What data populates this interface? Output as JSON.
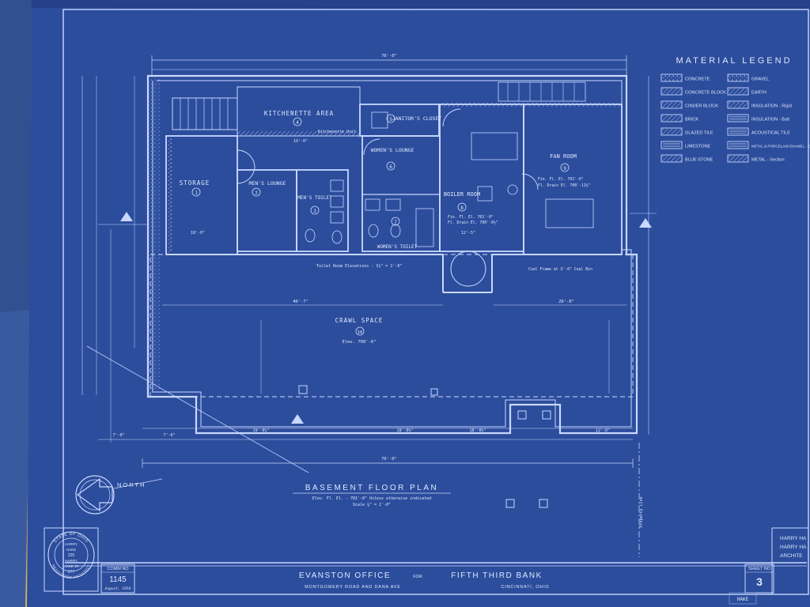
{
  "colors": {
    "paper": "#2c4d9c",
    "paper_edge": "#1c3272",
    "ink": "#c9d7ff",
    "backing": "#d9b160"
  },
  "legend": {
    "title": "MATERIAL LEGEND",
    "items": [
      {
        "label": "CONCRETE",
        "pattern": "dots"
      },
      {
        "label": "GRAVEL",
        "pattern": "dots"
      },
      {
        "label": "CONCRETE BLOCK",
        "pattern": "hatch"
      },
      {
        "label": "EARTH",
        "pattern": "hatch"
      },
      {
        "label": "CINDER BLOCK",
        "pattern": "hatch"
      },
      {
        "label": "INSULATION - Rigid",
        "pattern": "cross"
      },
      {
        "label": "BRICK",
        "pattern": "hatch"
      },
      {
        "label": "INSULATION - Batt",
        "pattern": "wave"
      },
      {
        "label": "GLAZED TILE",
        "pattern": "hatch"
      },
      {
        "label": "ACOUSTICAL TILE",
        "pattern": "lines"
      },
      {
        "label": "LIMESTONE",
        "pattern": "lines"
      },
      {
        "label": "METAL & PORCELAIN ENAMEL - Elevation",
        "pattern": "lines"
      },
      {
        "label": "BLUE STONE",
        "pattern": "hatch"
      },
      {
        "label": "METAL - Section",
        "pattern": "hatch"
      }
    ]
  },
  "rooms": {
    "kitchenette": {
      "name": "KITCHENETTE AREA",
      "number": "4",
      "note": "Kitchenette Unit"
    },
    "janitor": {
      "name": "JANITOR'S CLOSET",
      "number": "5"
    },
    "storage": {
      "name": "STORAGE",
      "number": "1"
    },
    "mens_lounge": {
      "name": "MEN'S LOUNGE",
      "number": "2"
    },
    "mens_toilet": {
      "name": "MEN'S TOILET",
      "number": "3"
    },
    "womens_lounge": {
      "name": "WOMEN'S LOUNGE",
      "number": "6"
    },
    "womens_toilet": {
      "name": "WOMEN'S TOILET",
      "number": "7"
    },
    "boiler": {
      "name": "BOILER ROOM",
      "number": "8",
      "note1": "Fin. Fl. El. 701'-0\"",
      "note2": "Fl. Drain El. 700'-9½\""
    },
    "fan": {
      "name": "FAN ROOM",
      "number": "9",
      "note1": "Fin. Fl. El. 701'-6\"",
      "note2": "Fl. Drain El. 700'-11½\""
    },
    "crawl": {
      "name": "CRAWL SPACE",
      "number": "10",
      "note": "Elev. 700'-6\""
    }
  },
  "notes": {
    "toilet_elev": "Toilet Room Elevations - 1½\" = 1'-0\"",
    "coal_frame": "Coal Frame at 3'-0\" Coal Bin"
  },
  "dimensions": {
    "overall_top": "76'-0\"",
    "overall_bottom": "76'-0\"",
    "crawl_left": "40'-7\"",
    "crawl_right": "20'-0\"",
    "storage_width": "10'-0\"",
    "kitchenette_width": "19'-0\"",
    "boiler_width": "12'-5\"",
    "bottom_row": [
      "7'-0\"",
      "7'-6\"",
      "19'-0¼\"",
      "18'-0½\"",
      "12'-0\""
    ]
  },
  "north_label": "NORTH",
  "drawing_title": "BASEMENT FLOOR PLAN",
  "drawing_sub1": "Elev. Fl. El. - 701'-0\" Unless otherwise indicated",
  "drawing_sub2": "Scale ¼\" = 1'-0\"",
  "property_line": "Property Line",
  "seal": {
    "ring_top": "STATE OF OHIO",
    "ring_bottom": "REGISTERED ARCHITECT",
    "lines": [
      "HARRY",
      "HAKE",
      "225",
      "HARRY",
      "HAKE JR",
      "277"
    ]
  },
  "title_block": {
    "comm_label": "COMM NO",
    "comm_no": "1145",
    "date": "August, 1954",
    "project": "EVANSTON OFFICE",
    "for_word": "FOR",
    "client": "FIFTH THIRD BANK",
    "address": "MONTGOMERY ROAD AND DANA AVE",
    "city": "CINCINNATI, OHIO",
    "sheet_label": "SHEET NO",
    "sheet_no": "3"
  },
  "architect_block": [
    "HARRY HA",
    "HARRY HA",
    "ARCHITE"
  ],
  "stamp": "HAKE"
}
